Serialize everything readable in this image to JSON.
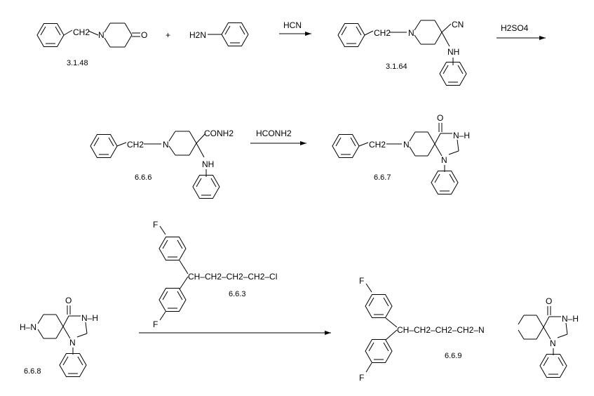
{
  "reactions": [
    {
      "reagent_above_arrow": "HCN"
    },
    {
      "reagent_above_arrow": "H2SO4"
    },
    {
      "reagent_above_arrow": "HCONH2"
    },
    {
      "reagent_above_arrow": "6.6.3"
    }
  ],
  "compounds": {
    "c3148": {
      "label": "3.1.48",
      "atom_text": [
        "CH2",
        "N",
        "O"
      ]
    },
    "aniline": {
      "atom_text": [
        "H2N"
      ],
      "plus": "+"
    },
    "c3164": {
      "label": "3.1.64",
      "atom_text": [
        "CH2",
        "N",
        "CN",
        "NH"
      ]
    },
    "c666": {
      "label": "6.6.6",
      "atom_text": [
        "CH2",
        "N",
        "CONH2",
        "NH"
      ]
    },
    "c667": {
      "label": "6.6.7",
      "atom_text": [
        "CH2",
        "N",
        "O",
        "N–H",
        "N"
      ]
    },
    "c663": {
      "label": "6.6.3",
      "atom_text": [
        "F",
        "CH–CH2–CH2–CH2–Cl",
        "F"
      ]
    },
    "c668": {
      "label": "6.6.8",
      "atom_text": [
        "H–N",
        "O",
        "N–H",
        "N"
      ]
    },
    "c669": {
      "label": "6.6.9",
      "atom_text": [
        "F",
        "CH–CH2–CH2–CH2–N",
        "F",
        "O",
        "N–H",
        "N"
      ]
    }
  }
}
